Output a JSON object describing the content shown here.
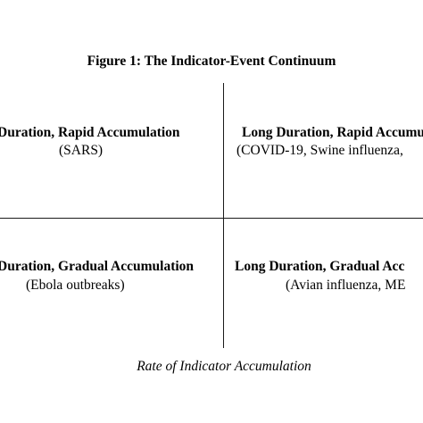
{
  "figure": {
    "title": "Figure 1: The Indicator-Event Continuum"
  },
  "quadrants": {
    "top_left": {
      "heading": "Duration, Rapid Accumulation",
      "example": "(SARS)"
    },
    "top_right": {
      "heading": "Long Duration, Rapid Accumu",
      "example": "(COVID-19, Swine influenza,"
    },
    "bottom_left": {
      "heading": "Duration, Gradual Accumulation",
      "example": "(Ebola outbreaks)"
    },
    "bottom_right": {
      "heading": "Long Duration, Gradual Acc",
      "example": "(Avian influenza, ME"
    }
  },
  "axis": {
    "x_caption": "Rate of Indicator Accumulation"
  }
}
